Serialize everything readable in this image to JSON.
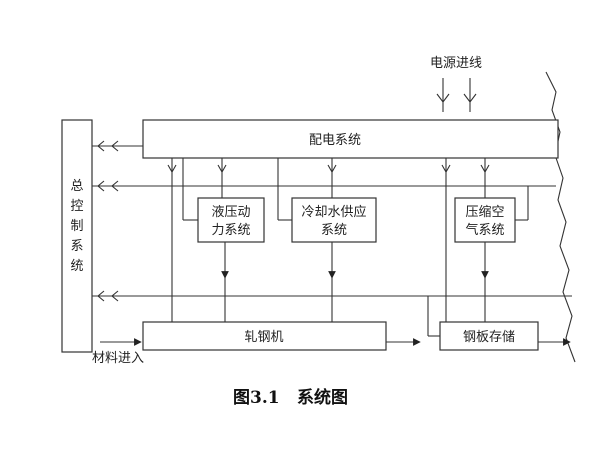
{
  "diagram": {
    "power_input_label": "电源进线",
    "power_distribution_label": "配电系统",
    "hydraulic_label_line1": "液压动",
    "hydraulic_label_line2": "力系统",
    "cooling_label_line1": "冷却水供应",
    "cooling_label_line2": "系统",
    "compressed_air_label_line1": "压缩空",
    "compressed_air_label_line2": "气系统",
    "master_control_chars": [
      "总",
      "控",
      "制",
      "系",
      "统"
    ],
    "rolling_mill_label": "轧钢机",
    "plate_storage_label": "钢板存储",
    "material_input_label": "材料进入"
  },
  "caption": {
    "figure_no": "图3.1",
    "title": "系统图"
  },
  "colors": {
    "line": "#333333",
    "text": "#222222"
  }
}
